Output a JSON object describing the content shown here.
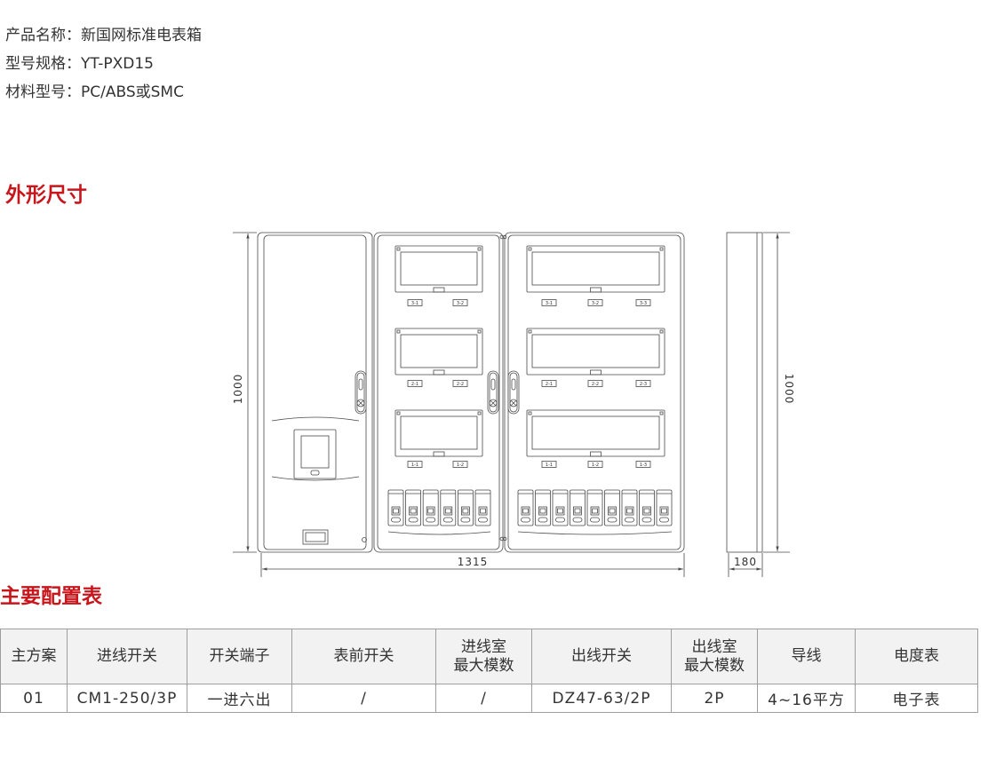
{
  "product_info": {
    "name": {
      "label": "产品名称：",
      "value": "新国网标准电表箱"
    },
    "model": {
      "label": "型号规格：",
      "value": "YT-PXD15"
    },
    "material": {
      "label": "材料型号：",
      "value": "PC/ABS或SMC"
    }
  },
  "sections": {
    "dimensions_title": "外形尺寸",
    "config_title": "主要配置表"
  },
  "drawing": {
    "dimensions": {
      "height_left": "1000",
      "height_right": "1000",
      "width": "1315",
      "depth": "180"
    },
    "metering_left_labels": [
      [
        "3-1",
        "3-2"
      ],
      [
        "2-1",
        "2-2"
      ],
      [
        "1-1",
        "1-2"
      ]
    ],
    "metering_right_labels": [
      [
        "3-1",
        "3-2",
        "3-3"
      ],
      [
        "2-1",
        "2-2",
        "2-3"
      ],
      [
        "1-1",
        "1-2",
        "1-3"
      ]
    ]
  },
  "table": {
    "headers": [
      [
        "主方案"
      ],
      [
        "进线开关"
      ],
      [
        "开关端子"
      ],
      [
        "表前开关"
      ],
      [
        "进线室",
        "最大模数"
      ],
      [
        "出线开关"
      ],
      [
        "出线室",
        "最大模数"
      ],
      [
        "导线"
      ],
      [
        "电度表"
      ]
    ],
    "rows": [
      [
        "01",
        "CM1-250/3P",
        "一进六出",
        "/",
        "/",
        "DZ47-63/2P",
        "2P",
        "4~16平方",
        "电子表"
      ]
    ]
  },
  "colors": {
    "heading": "#c8161d",
    "text": "#333333",
    "table_border": "#9e9e9e",
    "table_header_bg": "#f2f2f2",
    "drawing_line": "#4a4a4a"
  }
}
